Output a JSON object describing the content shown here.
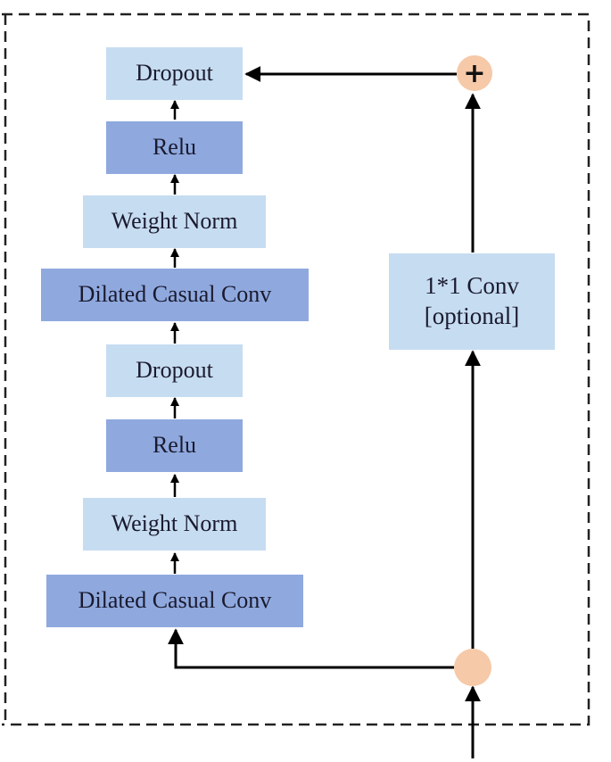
{
  "blocks": {
    "dropout_top": "Dropout",
    "relu_top": "Relu",
    "weight_norm_top": "Weight Norm",
    "dilated_conv_top": "Dilated Casual Conv",
    "dropout_bottom": "Dropout",
    "relu_bottom": "Relu",
    "weight_norm_bottom": "Weight Norm",
    "dilated_conv_bottom": "Dilated Casual Conv",
    "residual_conv_line1": "1*1 Conv",
    "residual_conv_line2": "[optional]"
  },
  "nodes": {
    "add_symbol": "+"
  },
  "colors": {
    "light_block": "#c6dcf1",
    "dark_block": "#8fa9df",
    "node_fill": "#f6c9a8",
    "line": "#000000"
  }
}
